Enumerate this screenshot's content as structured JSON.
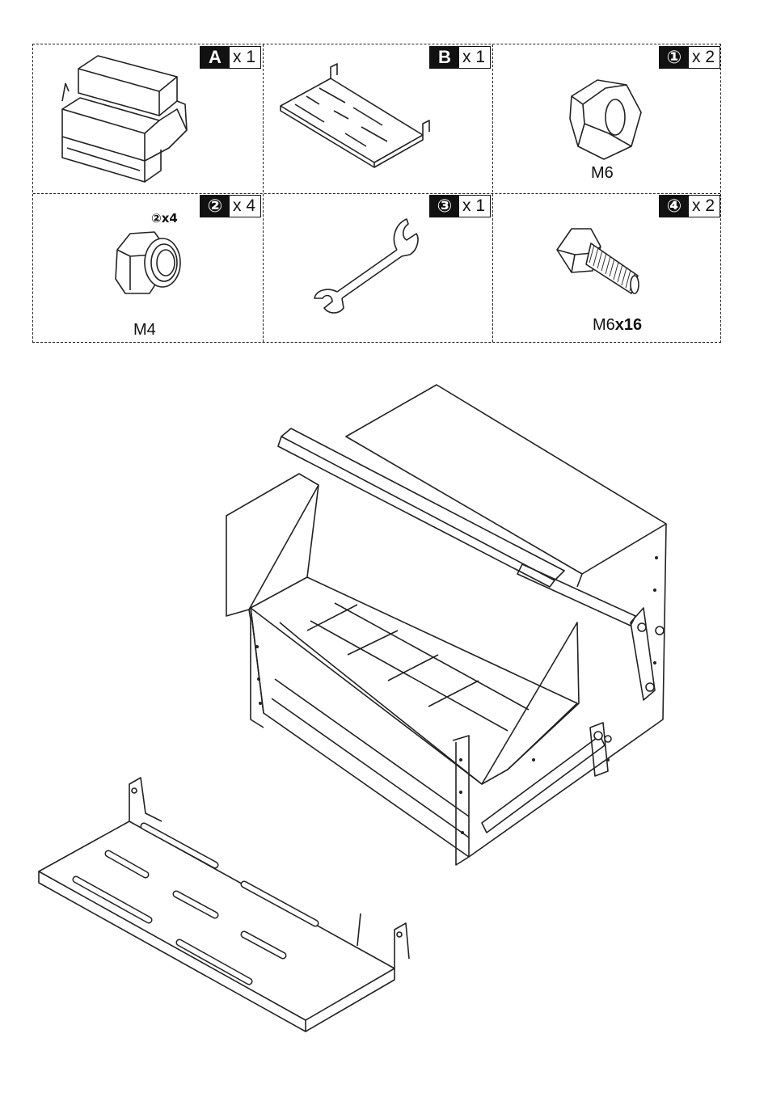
{
  "parts": [
    {
      "id": "A",
      "qty_label": "x 1",
      "name": "feeder-body"
    },
    {
      "id": "B",
      "qty_label": "x 1",
      "name": "step-platform"
    },
    {
      "id": "①",
      "qty_label": "x 2",
      "name": "hex-nut-m6",
      "size": "M6"
    },
    {
      "id": "②",
      "qty_label": "x 4",
      "name": "lock-nut-m4",
      "size": "M4",
      "inline_note": "②x4"
    },
    {
      "id": "③",
      "qty_label": "x 1",
      "name": "wrench"
    },
    {
      "id": "④",
      "qty_label": "x 2",
      "name": "bolt-m6x16",
      "size_prefix": "M6",
      "size_suffix": "x16"
    }
  ],
  "icons": [
    "feeder-body-icon",
    "platform-icon",
    "hex-nut-icon",
    "lock-nut-icon",
    "wrench-icon",
    "bolt-icon",
    "assembly-illustration"
  ]
}
